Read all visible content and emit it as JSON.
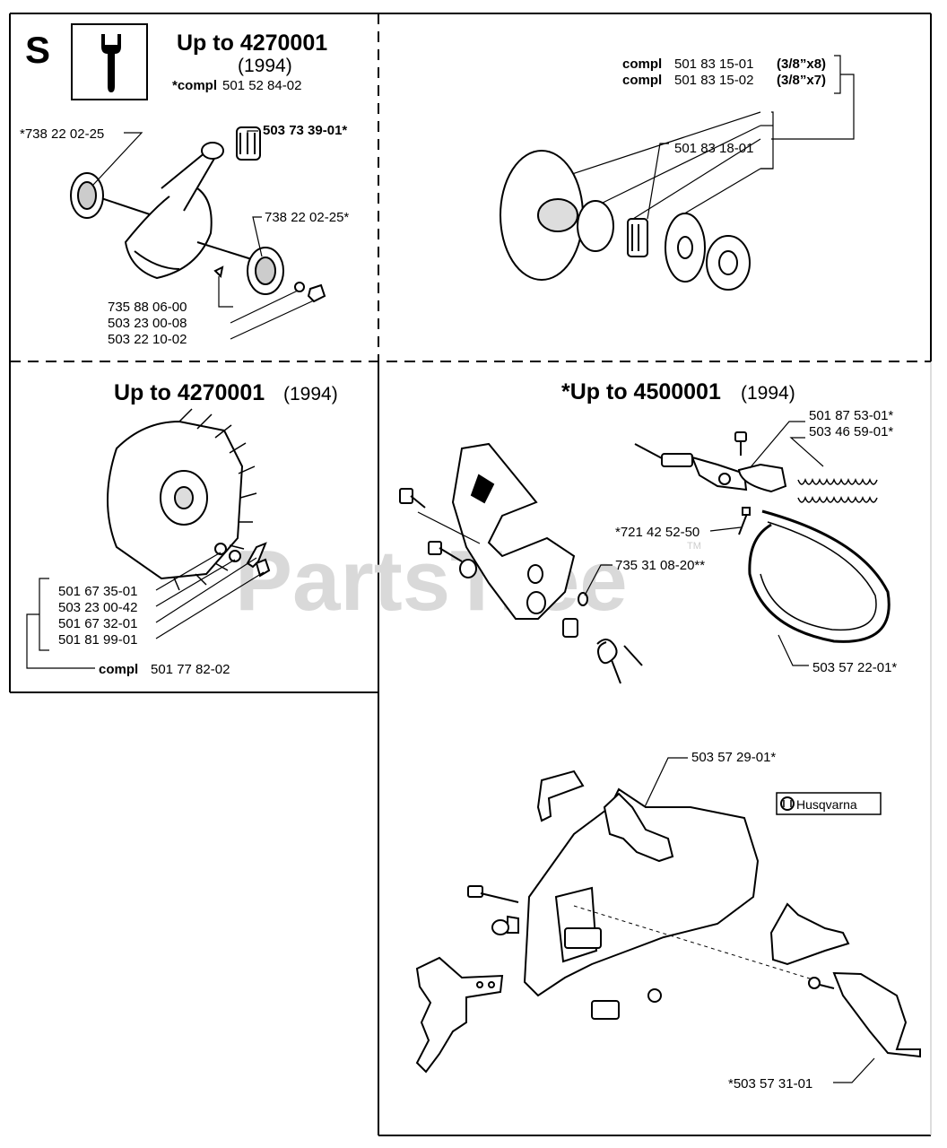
{
  "section": {
    "letter": "S",
    "tool_icon": "wrench-icon"
  },
  "watermark": {
    "text": "PartsTree",
    "trademark": "TM"
  },
  "brand_label": "Husqvarna",
  "panels": {
    "crankshaft": {
      "heading_bold": "Up to 4270001",
      "heading_year": "(1994)",
      "compl_prefix": "*compl",
      "compl_number": "501 52 84-02",
      "parts": [
        {
          "number": "*738 22 02-25"
        },
        {
          "number": "503 73 39-01*"
        },
        {
          "number": "738 22 02-25*"
        },
        {
          "number": "735 88 06-00"
        },
        {
          "number": "503 23 00-08"
        },
        {
          "number": "503 22 10-02"
        }
      ]
    },
    "clutch": {
      "compl_rows": [
        {
          "prefix": "compl",
          "number": "501 83 15-01",
          "suffix": "(3/8”x8)"
        },
        {
          "prefix": "compl",
          "number": "501 83 15-02",
          "suffix": "(3/8”x7)"
        }
      ],
      "parts": [
        {
          "number": "501 83 18-01"
        }
      ]
    },
    "flywheel": {
      "heading_bold": "Up to 4270001",
      "heading_year": "(1994)",
      "parts": [
        {
          "number": "501 67 35-01"
        },
        {
          "number": "503 23 00-42"
        },
        {
          "number": "501 67 32-01"
        },
        {
          "number": "501 81 99-01"
        }
      ],
      "compl_prefix": "compl",
      "compl_number": "501 77 82-02"
    },
    "chain_brake": {
      "heading_bold": "*Up to 4500001",
      "heading_year": "(1994)",
      "parts": [
        {
          "number": "501 87 53-01*"
        },
        {
          "number": "503 46 59-01*"
        },
        {
          "number": "*721 42 52-50"
        },
        {
          "number": "735 31 08-20**"
        },
        {
          "number": "503 57 22-01*"
        },
        {
          "number": "503 57 29-01*"
        },
        {
          "number": "*503 57 31-01"
        }
      ]
    }
  }
}
